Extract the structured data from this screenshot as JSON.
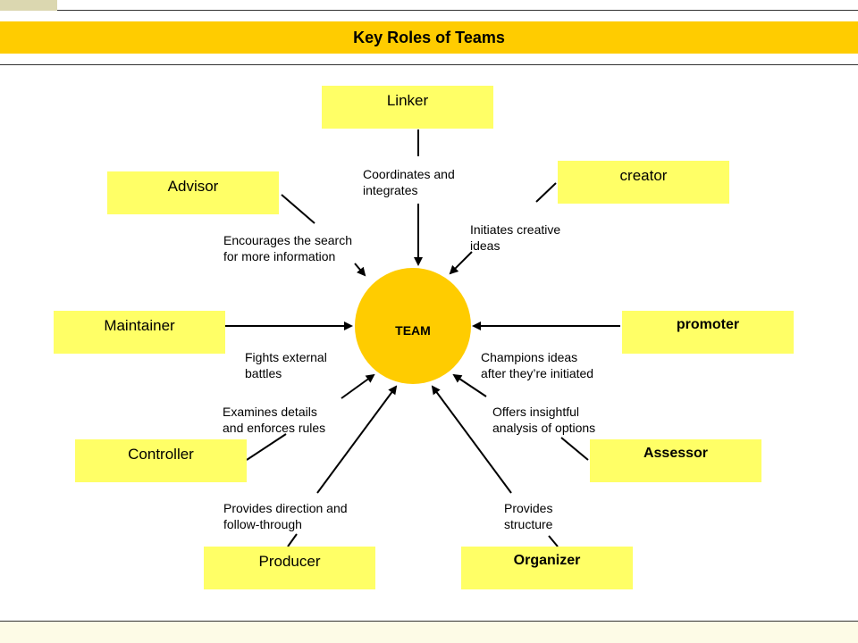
{
  "title": "Key Roles of Teams",
  "center": "TEAM",
  "roles": {
    "linker": "Linker",
    "creator": "creator",
    "advisor": "Advisor",
    "maintainer": "Maintainer",
    "promoter": "promoter",
    "controller": "Controller",
    "assessor": "Assessor",
    "producer": "Producer",
    "organizer": "Organizer"
  },
  "descriptions": {
    "linker": "Coordinates and\nintegrates",
    "creator": "Initiates creative\nideas",
    "advisor": "Encourages the search\nfor more information",
    "maintainer": "Fights external\nbattles",
    "promoter": "Champions ideas\nafter they’re initiated",
    "controller": "Examines details\nand enforces rules",
    "assessor": "Offers insightful\nanalysis of options",
    "producer": "Provides direction and\nfollow-through",
    "organizer": "Provides\nstructure"
  },
  "colors": {
    "title_bar": "#ffcc00",
    "role_box": "#ffff66",
    "team_circle": "#ffcc00"
  }
}
